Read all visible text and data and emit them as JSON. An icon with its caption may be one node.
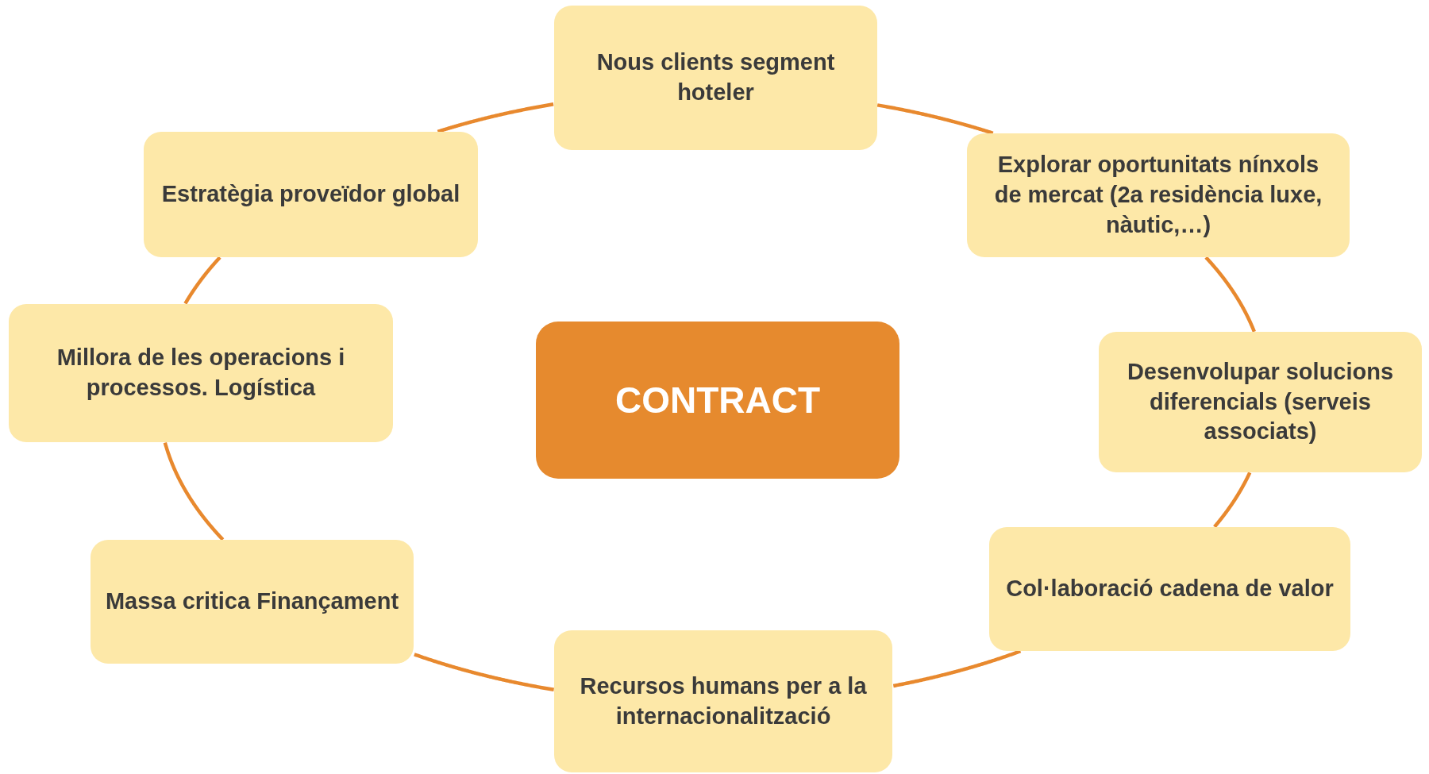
{
  "diagram": {
    "nodes": [
      {
        "text": [
          "CONTRACT"
        ]
      },
      {
        "text": [
          "Nous clients segment hoteler"
        ]
      },
      {
        "text": [
          "Explorar oportunitats nínxols de mercat (2a residència luxe, nàutic,…)"
        ]
      },
      {
        "text": [
          "Desenvolupar solucions diferencials (serveis associats)"
        ]
      },
      {
        "text": [
          "Col·laboració cadena de valor"
        ]
      },
      {
        "text": [
          "Recursos humans per a la internacionalització"
        ]
      },
      {
        "text": [
          "Massa critica Finançament"
        ]
      },
      {
        "text": [
          "Millora de les operacions i processos. Logística"
        ]
      },
      {
        "text": [
          "Estratègia proveïdor global"
        ]
      }
    ],
    "edges": [
      {
        "from": 1,
        "to": 2,
        "arrow": "none"
      },
      {
        "from": 2,
        "to": 3,
        "arrow": "none"
      },
      {
        "from": 3,
        "to": 4,
        "arrow": "none"
      },
      {
        "from": 4,
        "to": 5,
        "arrow": "none"
      },
      {
        "from": 5,
        "to": 6,
        "arrow": "none"
      },
      {
        "from": 6,
        "to": 7,
        "arrow": "none"
      },
      {
        "from": 7,
        "to": 8,
        "arrow": "none"
      },
      {
        "from": 8,
        "to": 1,
        "arrow": "none"
      }
    ]
  }
}
